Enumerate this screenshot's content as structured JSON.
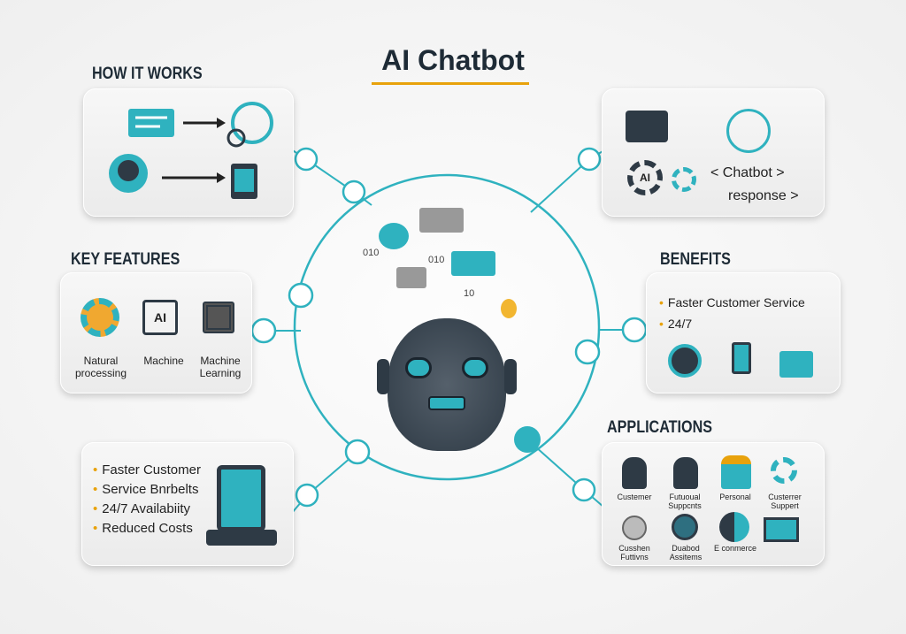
{
  "title": "AI Chatbot",
  "how_it_works": {
    "heading": "HOW IT WORKS"
  },
  "key_features": {
    "heading": "KEY FEATURES",
    "items": [
      {
        "label": "Natural processing"
      },
      {
        "label": "Machine"
      },
      {
        "label": "Machine Learning"
      }
    ]
  },
  "bottom_left": {
    "items": [
      "Faster Customer",
      "Service Bnrbelts",
      "24/7 Availabiity",
      "Reduced Costs"
    ]
  },
  "top_right": {
    "ai_badge": "AI",
    "line1": "< Chatbot >",
    "line2": "response >"
  },
  "benefits": {
    "heading": "BENEFITS",
    "items": [
      "Faster Customer Service",
      "24/7"
    ]
  },
  "applications": {
    "heading": "APPLICATIONS",
    "items": [
      {
        "label": "Custemer"
      },
      {
        "label": "Futuoual Suppcnts"
      },
      {
        "label": "Personal"
      },
      {
        "label": "Custerrer Suppert"
      },
      {
        "label": "Cusshen Futtivns"
      },
      {
        "label": "Duabod Assitems"
      },
      {
        "label": "E conmerce"
      },
      {
        "label": ""
      }
    ]
  },
  "center": {
    "binary1": "010",
    "binary2": "010",
    "binary3": "10"
  },
  "colors": {
    "accent": "#e8a20c",
    "teal": "#2fb2bf",
    "dark": "#2e3a45"
  }
}
